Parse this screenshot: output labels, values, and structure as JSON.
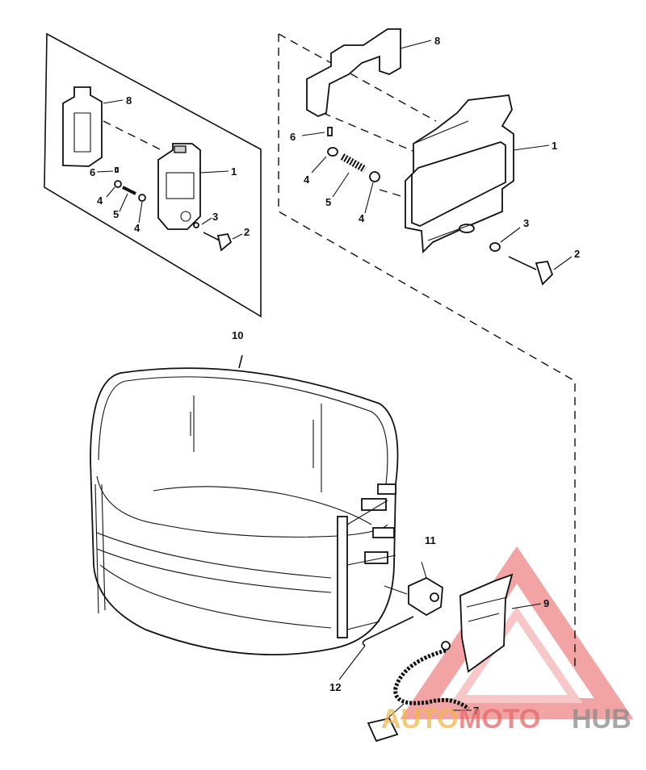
{
  "diagram": {
    "inset_callouts": {
      "c8": "8",
      "c1": "1",
      "c6": "6",
      "c4a": "4",
      "c5": "5",
      "c4b": "4",
      "c3": "3",
      "c2": "2"
    },
    "main_callouts": {
      "c8": "8",
      "c6": "6",
      "c1": "1",
      "c4a": "4",
      "c5": "5",
      "c4b": "4",
      "c3": "3",
      "c2": "2",
      "c10": "10",
      "c11": "11",
      "c9": "9",
      "c12": "12",
      "c7": "7"
    }
  },
  "watermark": {
    "part1": "AUTO",
    "part2": "MOTO",
    "part3": "HUB",
    "colors": {
      "auto": "#f2b84b",
      "moto": "#e46a6a",
      "hub": "#8a8a8a",
      "triangle": "#e85a5a"
    }
  }
}
